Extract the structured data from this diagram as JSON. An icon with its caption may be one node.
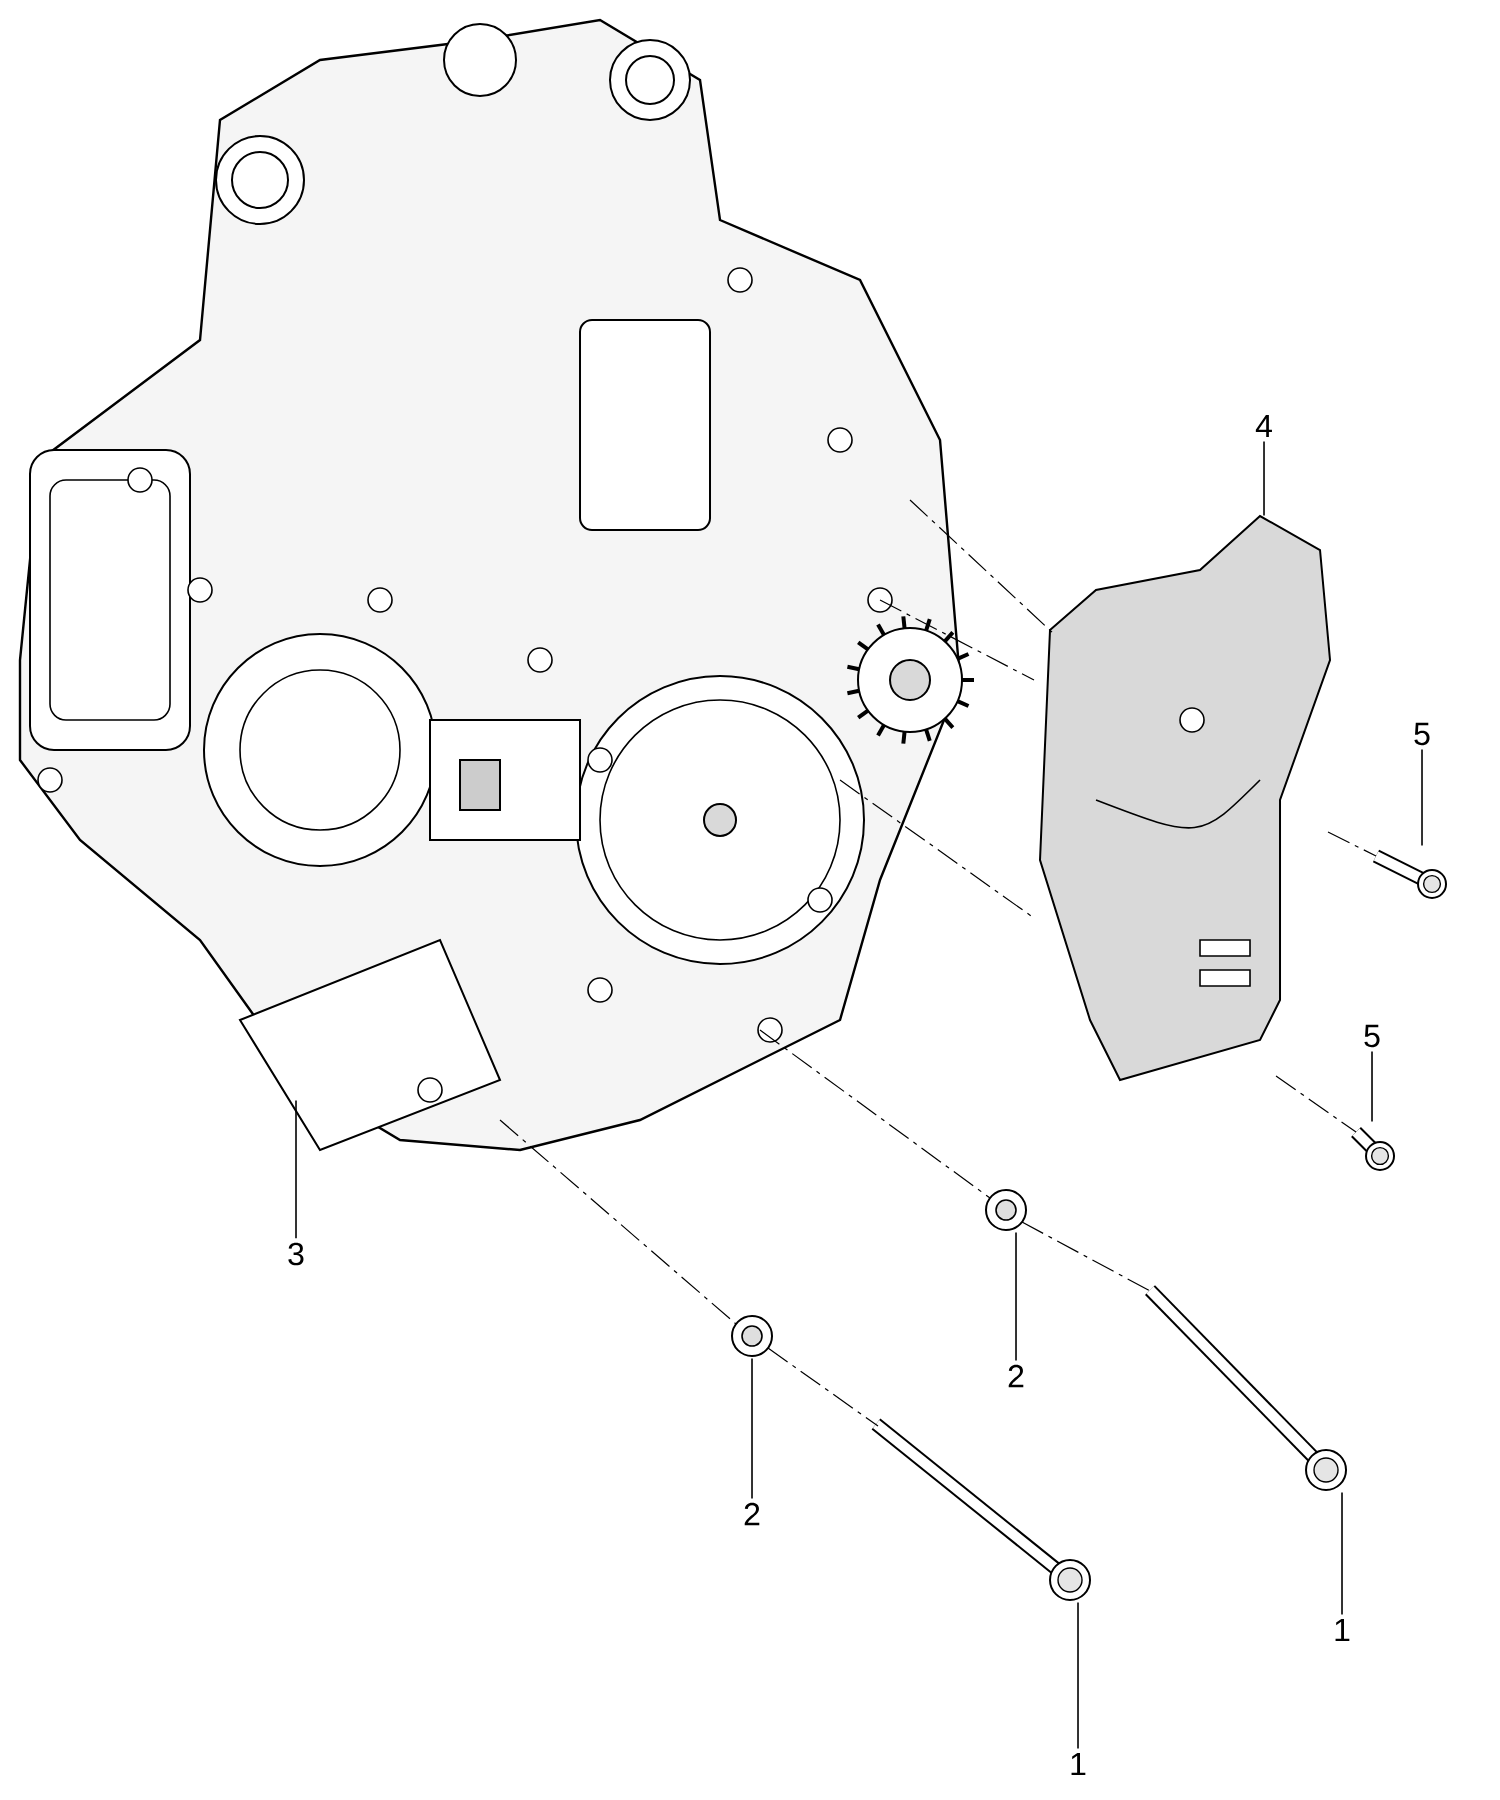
{
  "diagram": {
    "nodes": [
      {
        "text": [
          "4"
        ]
      },
      {
        "text": [],
        "shape": "picture"
      },
      {
        "text": [
          "5"
        ]
      },
      {
        "text": [],
        "shape": "picture"
      },
      {
        "text": [],
        "shape": "picture"
      },
      {
        "text": [
          "5"
        ]
      },
      {
        "text": [],
        "shape": "picture"
      },
      {
        "text": [
          "3"
        ]
      },
      {
        "text": [
          "2"
        ]
      },
      {
        "text": [],
        "shape": "picture"
      },
      {
        "text": [
          "2"
        ]
      },
      {
        "text": [],
        "shape": "picture"
      },
      {
        "text": [
          "1"
        ]
      },
      {
        "text": [],
        "shape": "picture"
      },
      {
        "text": [
          "1"
        ]
      },
      {
        "text": [],
        "shape": "picture"
      }
    ],
    "edges": [
      {
        "from": 0,
        "to": 1,
        "arrow": "none"
      },
      {
        "from": 2,
        "to": 3,
        "arrow": "none"
      },
      {
        "from": 5,
        "to": 6,
        "arrow": "none"
      },
      {
        "from": 7,
        "to": 4,
        "arrow": "none"
      },
      {
        "from": 8,
        "to": 9,
        "arrow": "none"
      },
      {
        "from": 10,
        "to": 11,
        "arrow": "none"
      },
      {
        "from": 12,
        "to": 13,
        "arrow": "none"
      },
      {
        "from": 14,
        "to": 15,
        "arrow": "none"
      },
      {
        "from": 4,
        "to": 1,
        "arrow": "none",
        "style": "dashed"
      },
      {
        "from": 4,
        "to": 1,
        "arrow": "none",
        "style": "dashed"
      },
      {
        "from": 4,
        "to": 1,
        "arrow": "none",
        "style": "dashed"
      },
      {
        "from": 4,
        "to": 9,
        "arrow": "none",
        "style": "dashed"
      },
      {
        "from": 9,
        "to": 13,
        "arrow": "none",
        "style": "dashed"
      },
      {
        "from": 4,
        "to": 11,
        "arrow": "none",
        "style": "dashed"
      },
      {
        "from": 11,
        "to": 15,
        "arrow": "none",
        "style": "dashed"
      },
      {
        "from": 1,
        "to": 3,
        "arrow": "none",
        "style": "dashed"
      },
      {
        "from": 1,
        "to": 6,
        "arrow": "none",
        "style": "dashed"
      }
    ]
  }
}
